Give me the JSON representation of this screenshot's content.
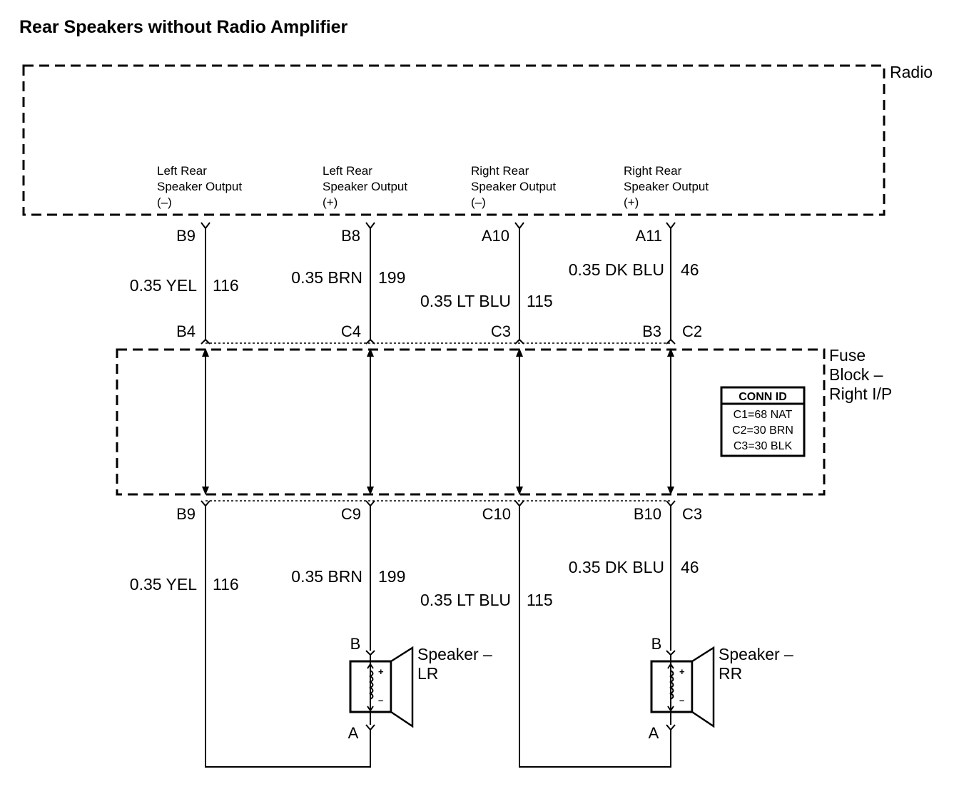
{
  "title": "Rear Speakers without Radio Amplifier",
  "radio": {
    "label": "Radio",
    "outputs": [
      {
        "line1": "Left Rear",
        "line2": "Speaker Output",
        "line3": "(–)"
      },
      {
        "line1": "Left Rear",
        "line2": "Speaker Output",
        "line3": "(+)"
      },
      {
        "line1": "Right Rear",
        "line2": "Speaker Output",
        "line3": "(–)"
      },
      {
        "line1": "Right Rear",
        "line2": "Speaker Output",
        "line3": "(+)"
      }
    ],
    "pins": [
      "B9",
      "B8",
      "A10",
      "A11"
    ]
  },
  "upper_wires": [
    {
      "color": "0.35 YEL",
      "circuit": "116"
    },
    {
      "color": "0.35 BRN",
      "circuit": "199"
    },
    {
      "color": "0.35 LT BLU",
      "circuit": "115"
    },
    {
      "color": "0.35 DK BLU",
      "circuit": "46"
    }
  ],
  "fuse_block": {
    "label_line1": "Fuse",
    "label_line2": "Block –",
    "label_line3": "Right I/P",
    "top_pins": [
      "B4",
      "C4",
      "C3",
      "B3"
    ],
    "top_connector": "C2",
    "bottom_pins": [
      "B9",
      "C9",
      "C10",
      "B10"
    ],
    "bottom_connector": "C3",
    "conn_id": {
      "header": "CONN ID",
      "rows": [
        "C1=68 NAT",
        "C2=30 BRN",
        "C3=30 BLK"
      ]
    }
  },
  "lower_wires": [
    {
      "color": "0.35 YEL",
      "circuit": "116"
    },
    {
      "color": "0.35 BRN",
      "circuit": "199"
    },
    {
      "color": "0.35 LT BLU",
      "circuit": "115"
    },
    {
      "color": "0.35 DK BLU",
      "circuit": "46"
    }
  ],
  "speakers": [
    {
      "name_line1": "Speaker –",
      "name_line2": "LR",
      "pin_top": "B",
      "pin_bottom": "A",
      "plus": "+",
      "minus": "–"
    },
    {
      "name_line1": "Speaker –",
      "name_line2": "RR",
      "pin_top": "B",
      "pin_bottom": "A",
      "plus": "+",
      "minus": "–"
    }
  ]
}
